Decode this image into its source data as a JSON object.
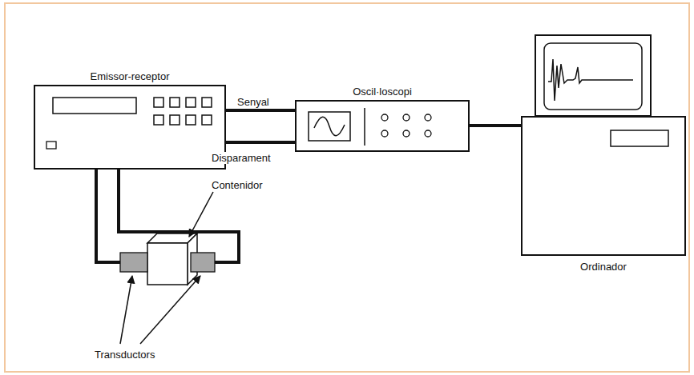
{
  "diagram": {
    "nodes": [
      {
        "text": [
          "Emissor-receptor"
        ]
      },
      {
        "text": [
          "Oscil·loscopi"
        ]
      },
      {
        "text": [
          "Ordinador"
        ]
      }
    ],
    "edges": [
      {
        "from": 0,
        "to": 1,
        "label": "Senyal",
        "arrow": "none"
      },
      {
        "from": 0,
        "to": 1,
        "label": "Disparament",
        "arrow": "none"
      },
      {
        "from": 1,
        "to": 2,
        "arrow": "none"
      }
    ],
    "labels": [
      "Contenidor",
      "Transductors"
    ]
  }
}
